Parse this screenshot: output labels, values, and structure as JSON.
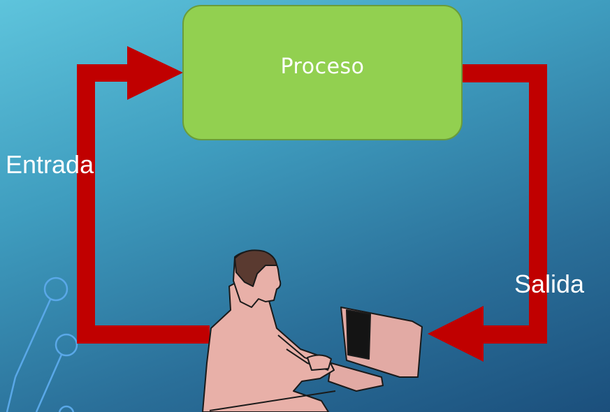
{
  "diagram": {
    "process_label": "Proceso",
    "input_label": "Entrada",
    "output_label": "Salida"
  },
  "colors": {
    "arrow": "#c00000",
    "process_fill": "#92d050",
    "process_stroke": "#6a9c3a",
    "circuit": "#5aa8e8"
  },
  "icons": {
    "person": "person-at-computer-clipart"
  }
}
